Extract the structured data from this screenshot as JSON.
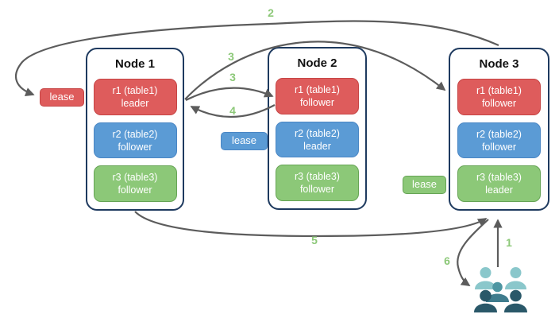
{
  "palette": {
    "node_border": "#1E3A5F",
    "replica_red": "#DE5C5C",
    "replica_blue": "#5B9BD5",
    "replica_green": "#8CC878",
    "arrow_gray": "#5C5C5C",
    "step_number_green": "#8CC878",
    "users_light_teal": "#8AC7CB",
    "users_mid_teal": "#4E96A2",
    "users_mid_dark_teal": "#3F7C8D",
    "users_dark_teal": "#2A5869"
  },
  "nodes": [
    {
      "title": "Node 1",
      "replicas": [
        {
          "name": "r1 (table1)",
          "role": "leader",
          "color": "red"
        },
        {
          "name": "r2 (table2)",
          "role": "follower",
          "color": "blue"
        },
        {
          "name": "r3 (table3)",
          "role": "follower",
          "color": "green"
        }
      ]
    },
    {
      "title": "Node 2",
      "replicas": [
        {
          "name": "r1 (table1)",
          "role": "follower",
          "color": "red"
        },
        {
          "name": "r2 (table2)",
          "role": "leader",
          "color": "blue"
        },
        {
          "name": "r3 (table3)",
          "role": "follower",
          "color": "green"
        }
      ]
    },
    {
      "title": "Node 3",
      "replicas": [
        {
          "name": "r1 (table1)",
          "role": "follower",
          "color": "red"
        },
        {
          "name": "r2 (table2)",
          "role": "follower",
          "color": "blue"
        },
        {
          "name": "r3 (table3)",
          "role": "leader",
          "color": "green"
        }
      ]
    }
  ],
  "lease_labels": [
    {
      "text": "lease",
      "variant": "red"
    },
    {
      "text": "lease",
      "variant": "blue"
    },
    {
      "text": "lease",
      "variant": "green"
    }
  ],
  "arrows": [
    {
      "label": "2",
      "from": "node-3",
      "to": "red-lease-badge"
    },
    {
      "label": "3",
      "from": "node-1-r1-leader",
      "to": "node-3-r1-follower"
    },
    {
      "label": "3",
      "from": "node-1-r1-leader",
      "to": "node-2-r1-follower"
    },
    {
      "label": "4",
      "from": "node-2-r1-follower",
      "to": "node-1-r1-leader"
    },
    {
      "label": "5",
      "from": "node-1",
      "to": "node-3"
    },
    {
      "label": "1",
      "from": "users-group",
      "to": "node-3"
    },
    {
      "label": "6",
      "from": "node-3",
      "to": "users-group"
    }
  ],
  "icons": {
    "users_group": "users-group-icon"
  }
}
